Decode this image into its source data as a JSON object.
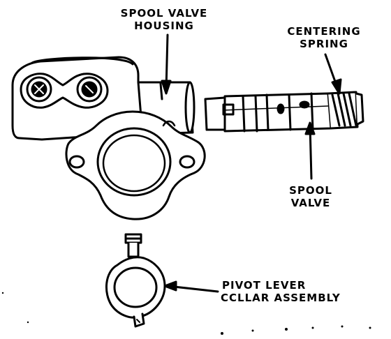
{
  "labels": {
    "housing": [
      "SPOOL VALVE",
      "HOUSING"
    ],
    "centering_spring": [
      "CENTERING",
      "SPRING"
    ],
    "spool_valve": [
      "SPOOL",
      "VALVE"
    ],
    "pivot_lever": [
      "PIVOT LEVER",
      "CCLLAR ASSEMBLY"
    ]
  },
  "colors": {
    "ink": "#000000",
    "paper": "#ffffff"
  }
}
